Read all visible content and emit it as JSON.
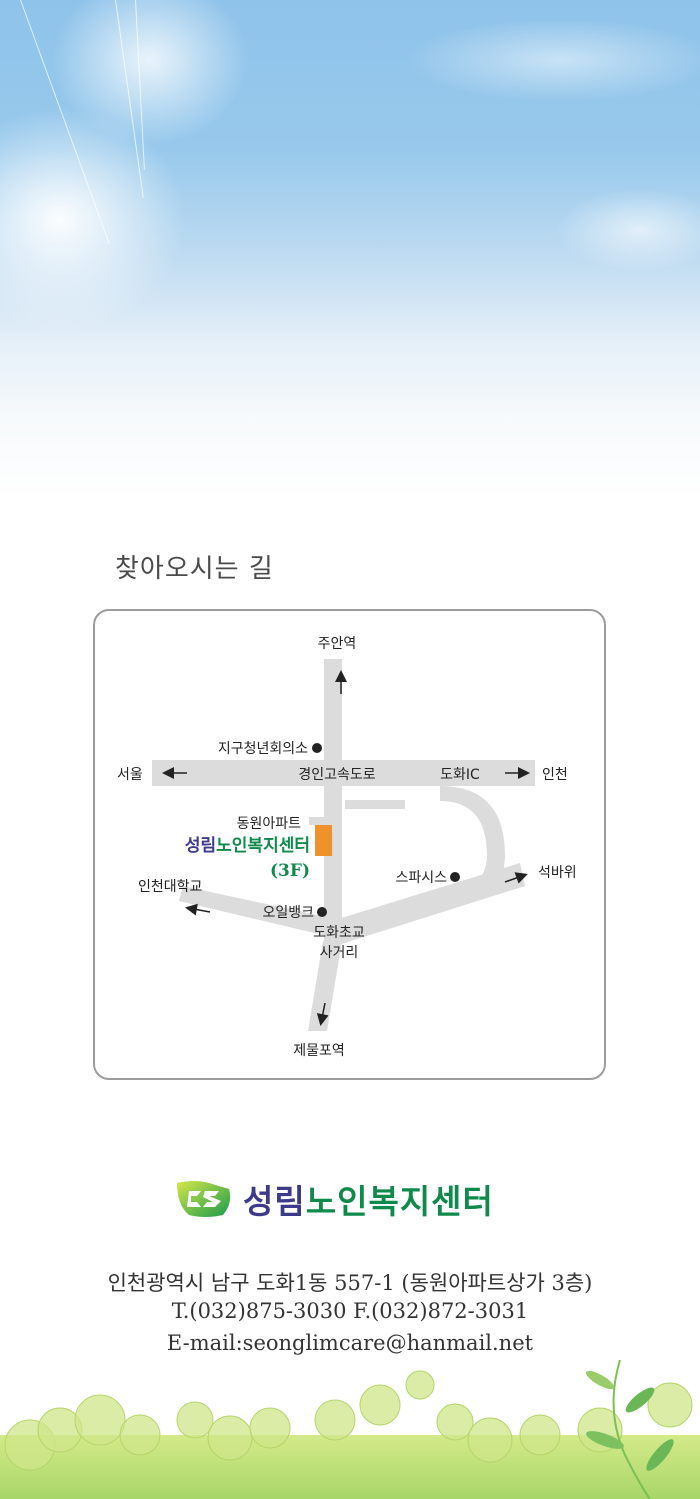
{
  "section_title": "찾아오시는 길",
  "map": {
    "labels": {
      "north": "주안역",
      "chamber": "지구청년회의소",
      "west": "서울",
      "highway": "경인고속도로",
      "ic": "도화IC",
      "east": "인천",
      "apartment": "동원아파트",
      "center_purple": "성림",
      "center_green": "노인복지센터",
      "floor": "(3F)",
      "spasis": "스파시스",
      "east_south": "석바위",
      "university": "인천대학교",
      "oilbank": "오일뱅크",
      "junction_1": "도화초교",
      "junction_2": "사거리",
      "south": "제물포역"
    },
    "colors": {
      "road": "#dcdcdc",
      "center_marker": "#f0922b",
      "purple": "#3c3a8a",
      "green": "#0f8a4b"
    }
  },
  "logo": {
    "name_purple": "성림",
    "name_green": "노인복지센터"
  },
  "contact": {
    "address": "인천광역시 남구 도화1동 557-1 (동원아파트상가 3층)",
    "phone_fax": "T.(032)875-3030 F.(032)872-3031",
    "email": "E-mail:seonglimcare@hanmail.net"
  }
}
